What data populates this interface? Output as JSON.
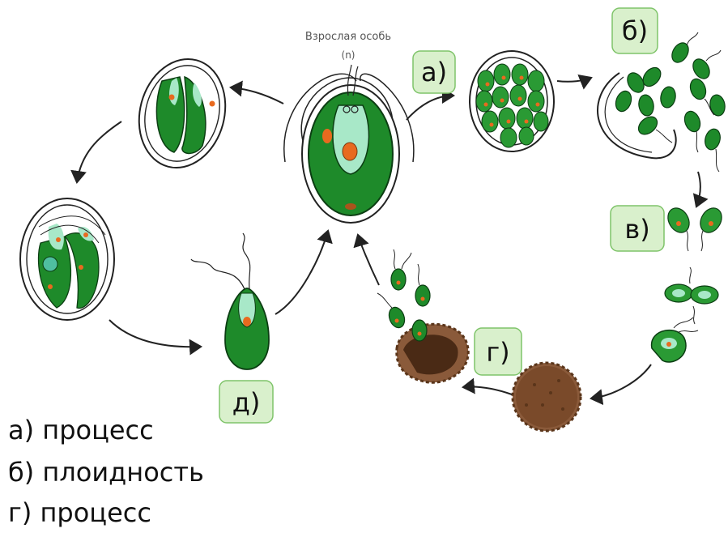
{
  "adult": {
    "title": "Взрослая особь",
    "ploidy": "(n)"
  },
  "tags": {
    "a": "а)",
    "b": "б)",
    "v": "в)",
    "g": "г)",
    "d": "д)"
  },
  "legend": [
    "а) процесс",
    "б) плоидность",
    "г) процесс"
  ],
  "colors": {
    "cell_green": "#1e8a2a",
    "cell_outline": "#0b3d12",
    "light_cyan": "#a8e8c8",
    "nucleus_orange": "#e86a1f",
    "zygote_brown": "#7a4a2a",
    "tag_fill": "#d9f0cc",
    "tag_border": "#7fc46a"
  }
}
